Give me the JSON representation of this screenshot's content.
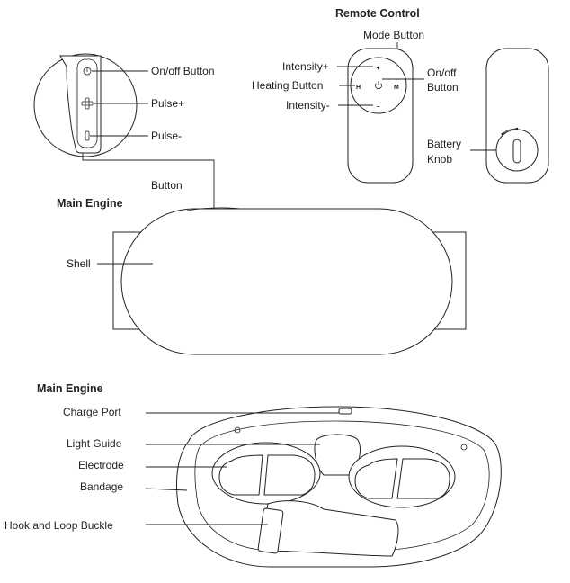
{
  "remote": {
    "title": "Remote Control",
    "mode_button": "Mode Button",
    "intensity_plus": "Intensity+",
    "heating_button": "Heating Button",
    "intensity_minus": "Intensity-",
    "on_off_line1": "On/off",
    "on_off_line2": "Button",
    "battery_line1": "Battery",
    "battery_line2": "Knob",
    "key_plus": "+",
    "key_minus": "−",
    "key_h": "H",
    "key_m": "M"
  },
  "side_panel": {
    "on_off_button": "On/off Button",
    "pulse_plus": "Pulse+",
    "pulse_minus": "Pulse-",
    "button": "Button"
  },
  "engine_top": {
    "title": "Main Engine",
    "shell": "Shell"
  },
  "engine_bottom": {
    "title": "Main Engine",
    "charge_port": "Charge Port",
    "light_guide": "Light Guide",
    "electrode": "Electrode",
    "bandage": "Bandage",
    "hook_loop": "Hook and Loop Buckle"
  }
}
